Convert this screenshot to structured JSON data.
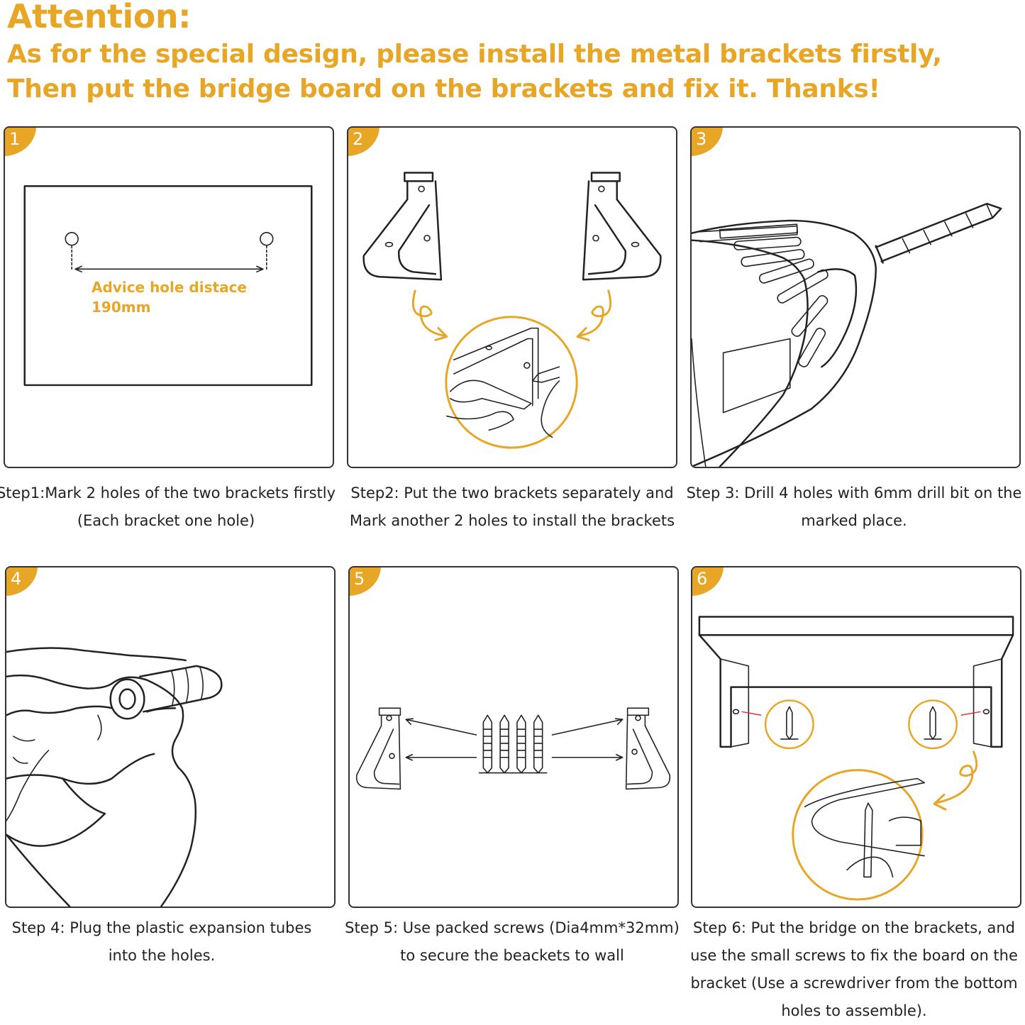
{
  "header": {
    "title": "Attention:",
    "line1": "As for the special design, please install the metal brackets firstly,",
    "line2": "Then put the bridge board on the brackets and fix it.  Thanks!"
  },
  "colors": {
    "accent": "#E8A627",
    "ink": "#222222",
    "background": "#FFFFFF"
  },
  "steps": [
    {
      "number": "1",
      "caption_line1": "Step1:Mark 2 holes of the two brackets firstly",
      "caption_line2": "(Each bracket one hole)",
      "annotation_line1": "Advice hole distace",
      "annotation_line2": "190mm"
    },
    {
      "number": "2",
      "caption_line1": "Step2: Put the two brackets separately and",
      "caption_line2": "Mark another 2 holes to install the brackets"
    },
    {
      "number": "3",
      "caption_line1": "Step 3: Drill 4 holes with 6mm drill bit on the",
      "caption_line2": "marked place."
    },
    {
      "number": "4",
      "caption_line1": "Step 4: Plug the plastic expansion tubes",
      "caption_line2": "into the holes."
    },
    {
      "number": "5",
      "caption_line1": "Step 5: Use packed screws (Dia4mm*32mm)",
      "caption_line2": "to secure the beackets to wall"
    },
    {
      "number": "6",
      "caption_line1": "Step 6: Put the bridge on the brackets, and",
      "caption_line2": "use the small screws to fix the board on the",
      "caption_line3": "bracket (Use a screwdriver from the bottom",
      "caption_line4": "holes to assemble)."
    }
  ]
}
